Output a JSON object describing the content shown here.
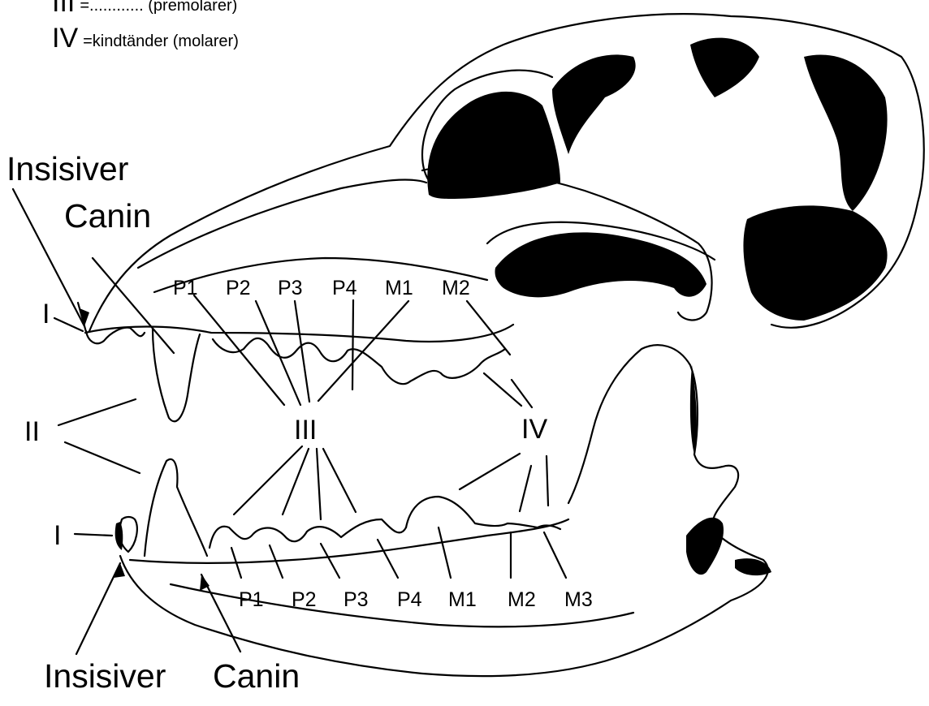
{
  "legend": [
    {
      "numeral": "III",
      "text": "=............ (premolarer)"
    },
    {
      "numeral": "IV",
      "text": "=kindtänder (molarer)"
    }
  ],
  "labels": {
    "insisiver_upper": "Insisiver",
    "canin_upper": "Canin",
    "insisiver_lower": "Insisiver",
    "canin_lower": "Canin",
    "I_upper": "I",
    "I_lower": "I",
    "II": "II",
    "III": "III",
    "IV": "IV"
  },
  "upper_teeth": [
    "P1",
    "P2",
    "P3",
    "P4",
    "M1",
    "M2"
  ],
  "lower_teeth": [
    "P1",
    "P2",
    "P3",
    "P4",
    "M1",
    "M2",
    "M3"
  ],
  "colors": {
    "ink": "#000000",
    "background": "#ffffff"
  }
}
